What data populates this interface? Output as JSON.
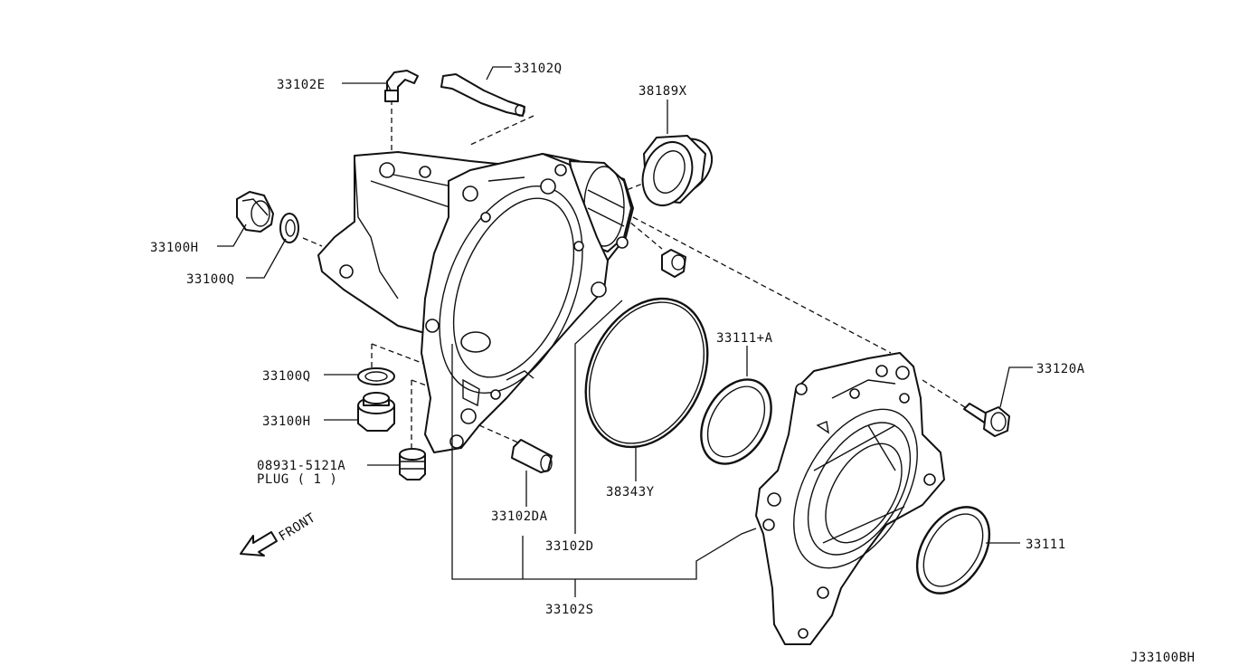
{
  "diagram_code": "J33100BH",
  "front_label": "FRONT",
  "parts": {
    "p33102E": "33102E",
    "p33102Q": "33102Q",
    "p38189X": "38189X",
    "p33100H_top": "33100H",
    "p33100Q_top": "33100Q",
    "p33100Q_mid": "33100Q",
    "p33100H_mid": "33100H",
    "p08931": "08931-5121A",
    "plug": "PLUG ( 1 )",
    "p33102DA": "33102DA",
    "p33102D": "33102D",
    "p33102S": "33102S",
    "p38343Y": "38343Y",
    "p33111A": "33111+A",
    "p33120A": "33120A",
    "p33111": "33111"
  }
}
